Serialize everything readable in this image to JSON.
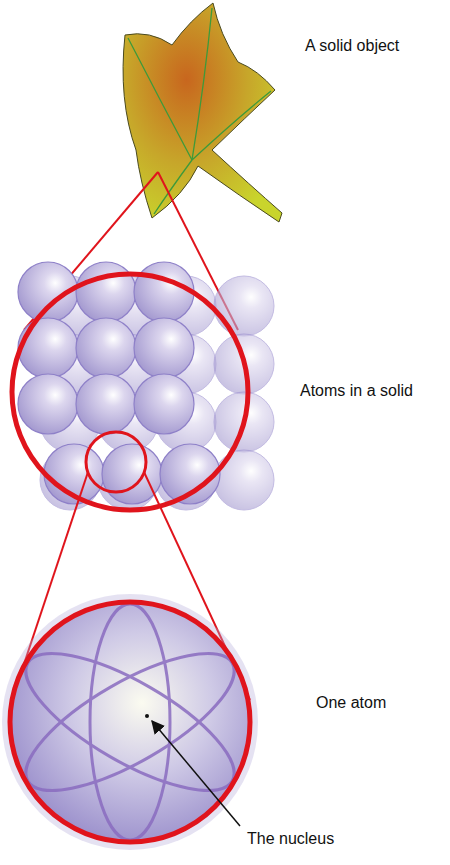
{
  "diagram": {
    "labels": [
      "A solid object",
      "Atoms in a solid",
      "One atom",
      "The nucleus"
    ]
  }
}
